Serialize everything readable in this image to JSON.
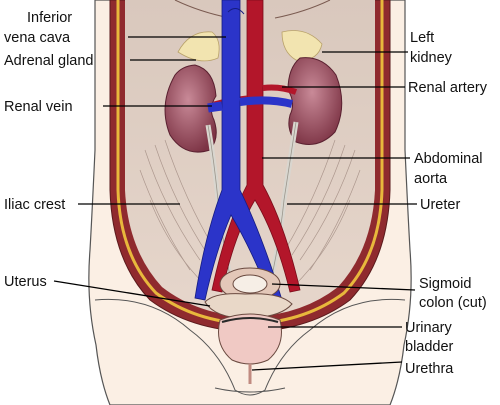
{
  "labels": {
    "ivc_line1": "Inferior",
    "ivc_line2": "vena cava",
    "adrenal": "Adrenal gland",
    "renal_vein": "Renal vein",
    "iliac": "Iliac crest",
    "uterus": "Uterus",
    "kidney_line1": "Left",
    "kidney_line2": "kidney",
    "renal_artery": "Renal artery",
    "aorta_line1": "Abdominal",
    "aorta_line2": "aorta",
    "ureter": "Ureter",
    "sigmoid_line1": "Sigmoid",
    "sigmoid_line2": "colon (cut)",
    "bladder_line1": "Urinary",
    "bladder_line2": "bladder",
    "urethra": "Urethra"
  },
  "colors": {
    "vein": "#2b34c9",
    "artery": "#b3162a",
    "kidney": "#9a4a5c",
    "adrenal": "#f2e4b0",
    "muscle": "#8f2a2e",
    "skin": "#fbefe4",
    "fascia": "#e8b83c",
    "ureter": "#d9d6cf"
  }
}
